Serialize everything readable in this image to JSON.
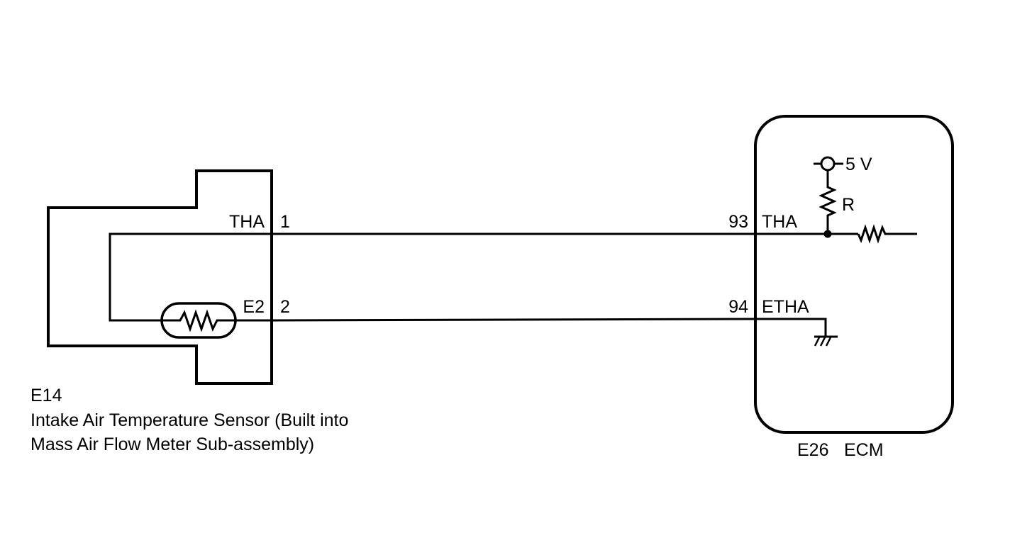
{
  "sensor": {
    "connector_id": "E14",
    "name_line1": "Intake Air Temperature Sensor (Built into",
    "name_line2": "Mass Air Flow Meter Sub-assembly)",
    "pins": [
      {
        "label": "THA",
        "number": "1"
      },
      {
        "label": "E2",
        "number": "2"
      }
    ]
  },
  "ecm": {
    "connector_id": "E26",
    "name": "ECM",
    "supply_voltage": "5 V",
    "resistor_label": "R",
    "pins": [
      {
        "label": "THA",
        "number": "93"
      },
      {
        "label": "ETHA",
        "number": "94"
      }
    ]
  },
  "icons": {
    "sensor_element": "thermistor-icon",
    "pullup": "resistor-icon",
    "internal_line": "resistor-icon",
    "ground": "ground-icon",
    "supply": "voltage-source-icon"
  },
  "colors": {
    "line": "#000000",
    "background": "#ffffff"
  }
}
